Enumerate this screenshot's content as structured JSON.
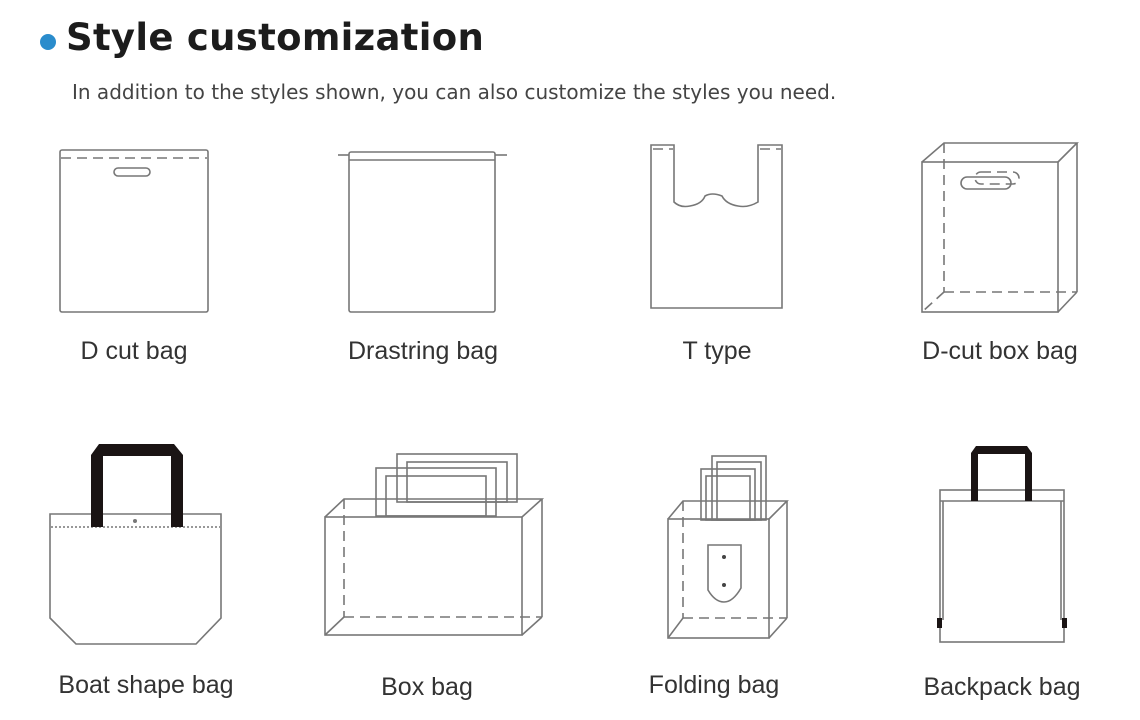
{
  "header": {
    "title": "Style customization",
    "subtitle": "In addition to the styles shown, you can also customize the styles you need.",
    "bullet_color": "#2a8ccc"
  },
  "styles": [
    {
      "label": "D cut bag",
      "icon": "d-cut-bag-icon"
    },
    {
      "label": "Drastring bag",
      "icon": "drawstring-bag-icon"
    },
    {
      "label": "T type",
      "icon": "t-type-bag-icon"
    },
    {
      "label": "D-cut box bag",
      "icon": "d-cut-box-bag-icon"
    },
    {
      "label": "Boat shape bag",
      "icon": "boat-shape-bag-icon"
    },
    {
      "label": "Box bag",
      "icon": "box-bag-icon"
    },
    {
      "label": "Folding bag",
      "icon": "folding-bag-icon"
    },
    {
      "label": "Backpack bag",
      "icon": "backpack-bag-icon"
    }
  ]
}
